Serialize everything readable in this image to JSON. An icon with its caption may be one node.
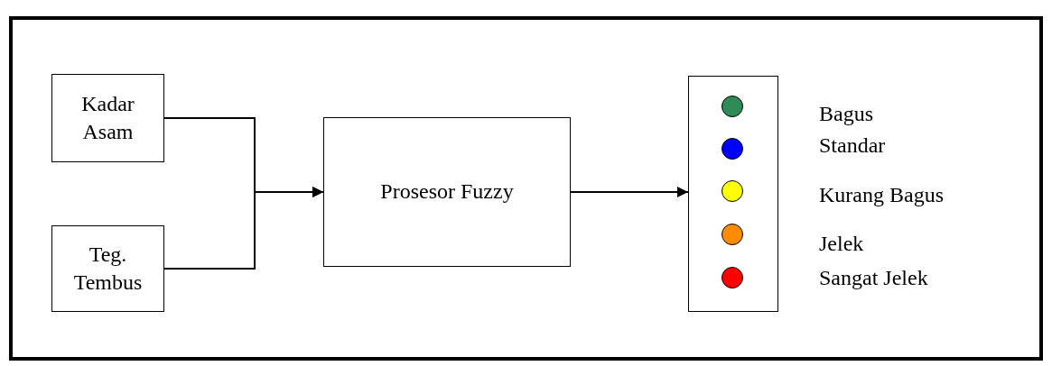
{
  "diagram": {
    "nodes": [
      {
        "text": [
          "Kadar Asam"
        ]
      },
      {
        "text": [
          "Teg. Tembus"
        ]
      },
      {
        "text": [
          "Prosesor Fuzzy"
        ]
      },
      {
        "text": [],
        "shape": "box"
      }
    ],
    "edges": [
      {
        "from": 0,
        "to": 2,
        "arrow": "to"
      },
      {
        "from": 1,
        "to": 2,
        "arrow": "to"
      },
      {
        "from": 2,
        "to": 3,
        "arrow": "to"
      }
    ],
    "legend": [
      {
        "text": "Bagus",
        "color": "#2e8b57"
      },
      {
        "text": "Standar",
        "color": "#0000ff"
      },
      {
        "text": "Kurang Bagus",
        "color": "#ffff00"
      },
      {
        "text": "Jelek",
        "color": "#ff8c00"
      },
      {
        "text": "Sangat Jelek",
        "color": "#ff0000"
      }
    ]
  }
}
